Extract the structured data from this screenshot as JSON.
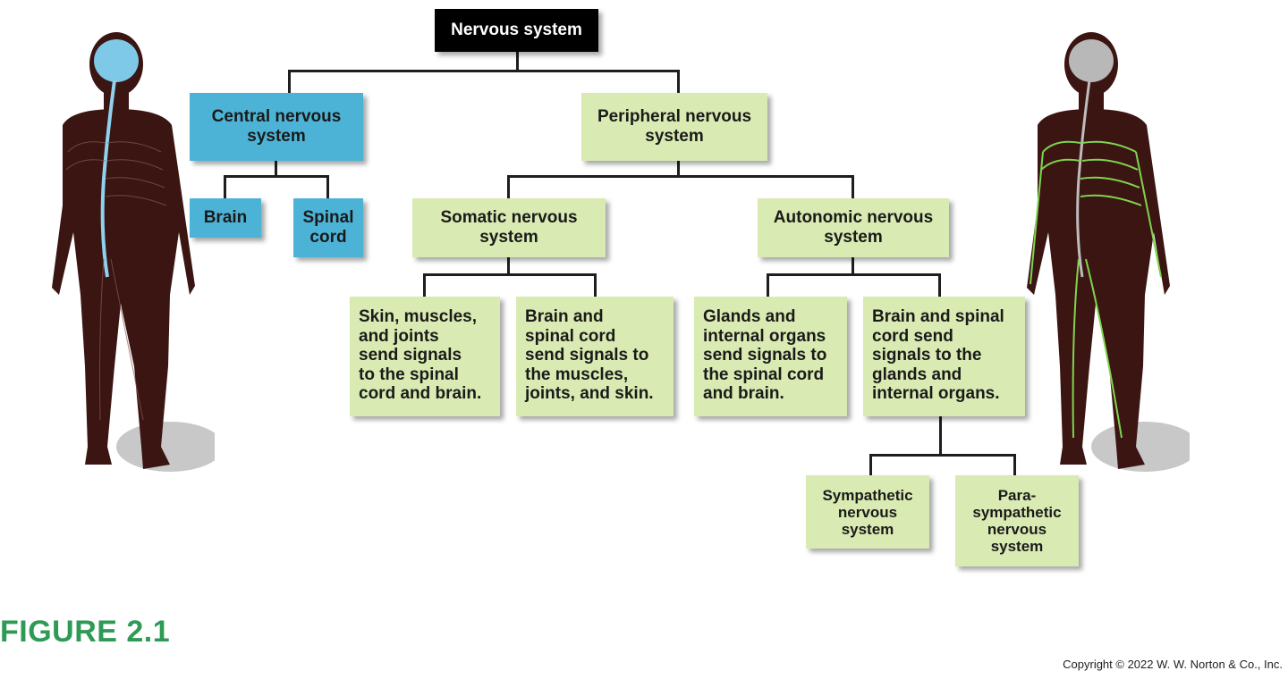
{
  "nodes": {
    "root": "Nervous system",
    "cns": "Central nervous\nsystem",
    "pns": "Peripheral nervous\nsystem",
    "brain": "Brain",
    "spinal": "Spinal\ncord",
    "somatic": "Somatic nervous\nsystem",
    "autonomic": "Autonomic nervous\nsystem",
    "somatic_in": "Skin, muscles,\nand joints\nsend signals\nto the spinal\ncord and brain.",
    "somatic_out": "Brain and\nspinal cord\nsend signals to\nthe muscles,\njoints, and skin.",
    "auto_in": "Glands and\ninternal organs\nsend signals to\nthe spinal cord\nand brain.",
    "auto_out": "Brain and spinal\ncord send\nsignals to the\nglands and\ninternal organs.",
    "sympathetic": "Sympathetic\nnervous\nsystem",
    "parasympathetic": "Para-\nsympathetic\nnervous\nsystem"
  },
  "figure_label": "FIGURE 2.1",
  "copyright": "Copyright © 2022 W. W. Norton & Co., Inc.",
  "colors": {
    "cns_blue": "#4db3d6",
    "pns_green": "#d9ebb2",
    "root_black": "#000000",
    "figure_green": "#2e9a55",
    "body_dark": "#3b1512"
  }
}
